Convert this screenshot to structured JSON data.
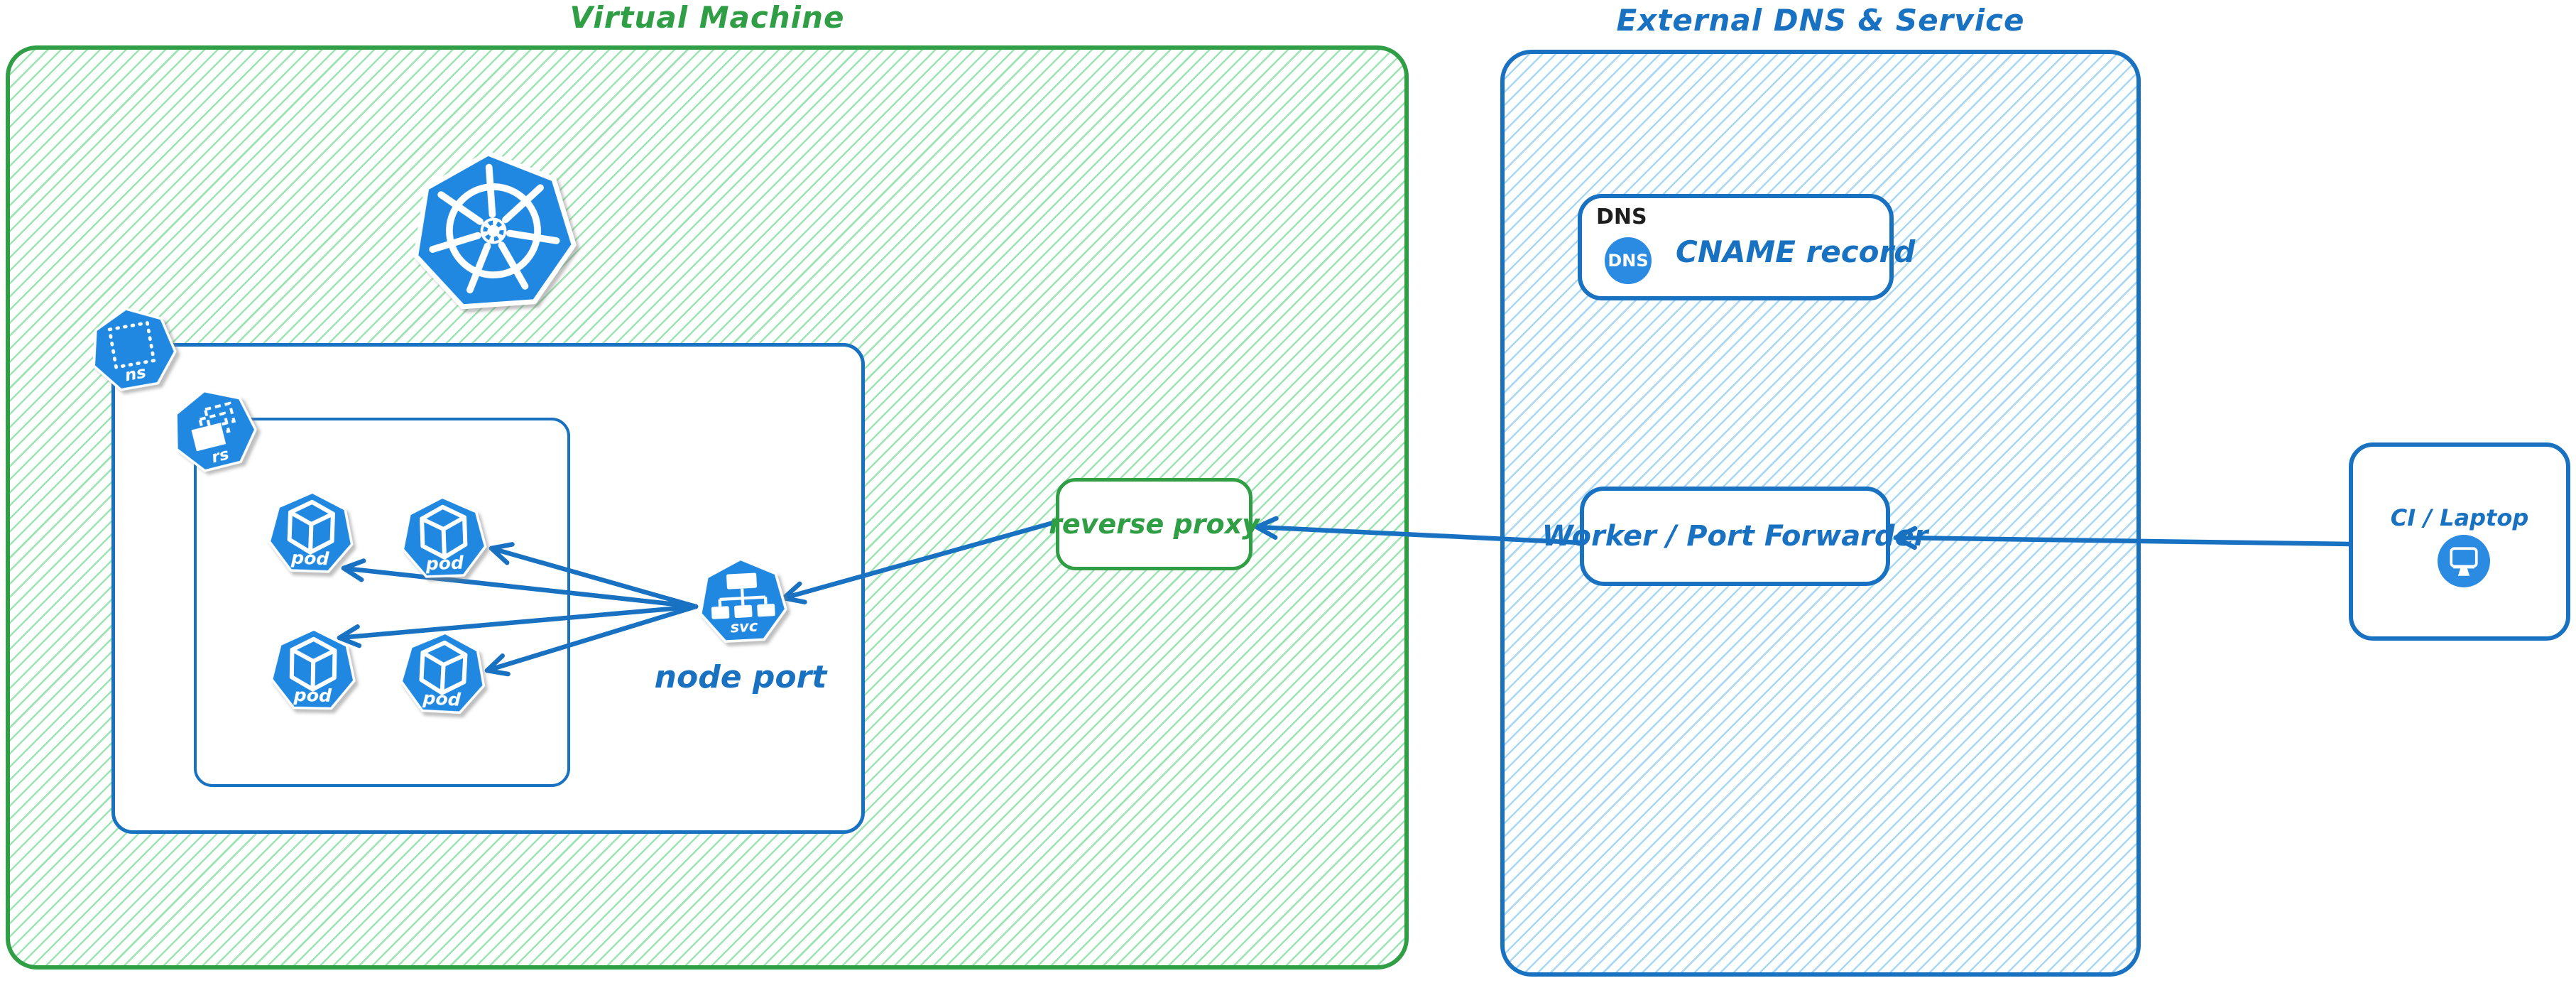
{
  "colors": {
    "green_stroke": "#2f9e44",
    "green_hatch": "#9ce4b1",
    "blue_stroke": "#1971c2",
    "blue_hatch": "#a9d7f6",
    "icon_blue": "#2088e0",
    "badge_blue": "#2b8ae2",
    "label_black": "#1e1e1e"
  },
  "vm_group": {
    "title": "Virtual Machine"
  },
  "external_group": {
    "title": "External DNS & Service"
  },
  "namespace_icon": {
    "label": "ns"
  },
  "replicaset_icon": {
    "label": "rs"
  },
  "pods": [
    {
      "label": "pod"
    },
    {
      "label": "pod"
    },
    {
      "label": "pod"
    },
    {
      "label": "pod"
    }
  ],
  "service": {
    "icon_label": "svc",
    "caption": "node port"
  },
  "reverse_proxy": {
    "label": "reverse proxy"
  },
  "dns": {
    "group_label": "DNS",
    "icon_label": "DNS",
    "record_label": "CNAME record"
  },
  "worker": {
    "label": "Worker / Port Forwarder"
  },
  "client": {
    "label": "CI / Laptop"
  }
}
